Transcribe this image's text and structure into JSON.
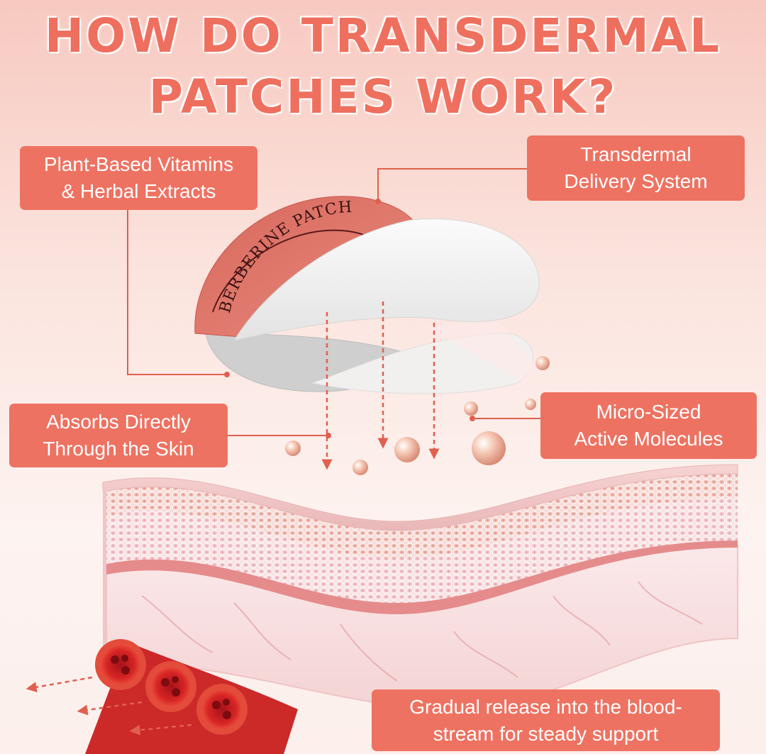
{
  "title": {
    "line1": "HOW DO TRANSDERMAL",
    "line2": "PATCHES WORK?"
  },
  "labels": {
    "plant": {
      "line1": "Plant-Based Vitamins",
      "line2": "& Herbal Extracts"
    },
    "delivery": {
      "line1": "Transdermal",
      "line2": "Delivery System"
    },
    "absorbs": {
      "line1": "Absorbs Directly",
      "line2": "Through the Skin"
    },
    "micro": {
      "line1": "Micro-Sized",
      "line2": "Active Molecules"
    },
    "release": {
      "line1": "Gradual release into the blood-",
      "line2": "stream for steady support"
    }
  },
  "patch": {
    "print_text": "BERBERINE PATCH"
  },
  "colors": {
    "accent": "#ee7261",
    "title": "#ef6f5e",
    "patch_red": "#e0796d",
    "blood_red": "#d21f1f"
  }
}
